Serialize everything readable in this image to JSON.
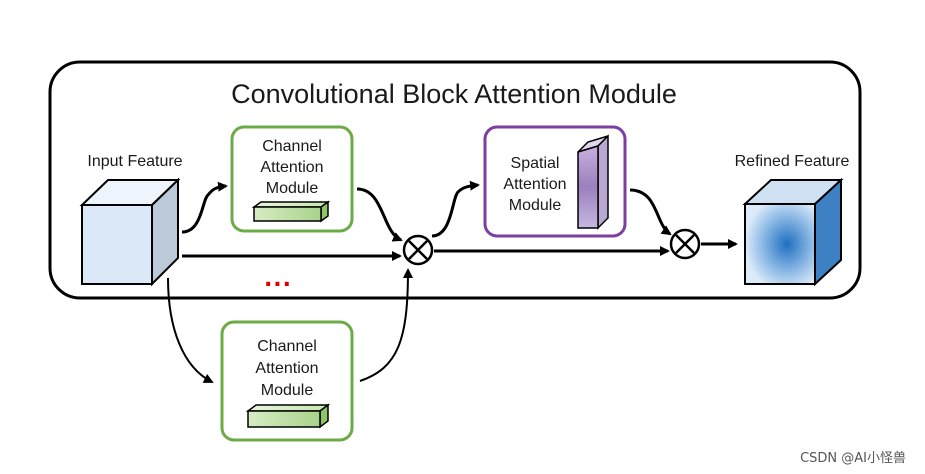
{
  "diagram": {
    "title": "Convolutional Block Attention Module",
    "input_label": "Input Feature",
    "refined_label": "Refined Feature",
    "channel_module_top": [
      "Channel",
      "Attention",
      "Module"
    ],
    "spatial_module": [
      "Spatial",
      "Attention",
      "Module"
    ],
    "channel_module_bottom": [
      "Channel",
      "Attention",
      "Module"
    ],
    "ellipsis": "...",
    "watermark": "CSDN @AI小怪兽"
  },
  "colors": {
    "channel_border": "#6cab45",
    "spatial_border": "#7a3fa0",
    "ellipsis": "#dd0000",
    "cube_input": "#dbe8f8",
    "cube_refined": "#2f7cc8"
  }
}
